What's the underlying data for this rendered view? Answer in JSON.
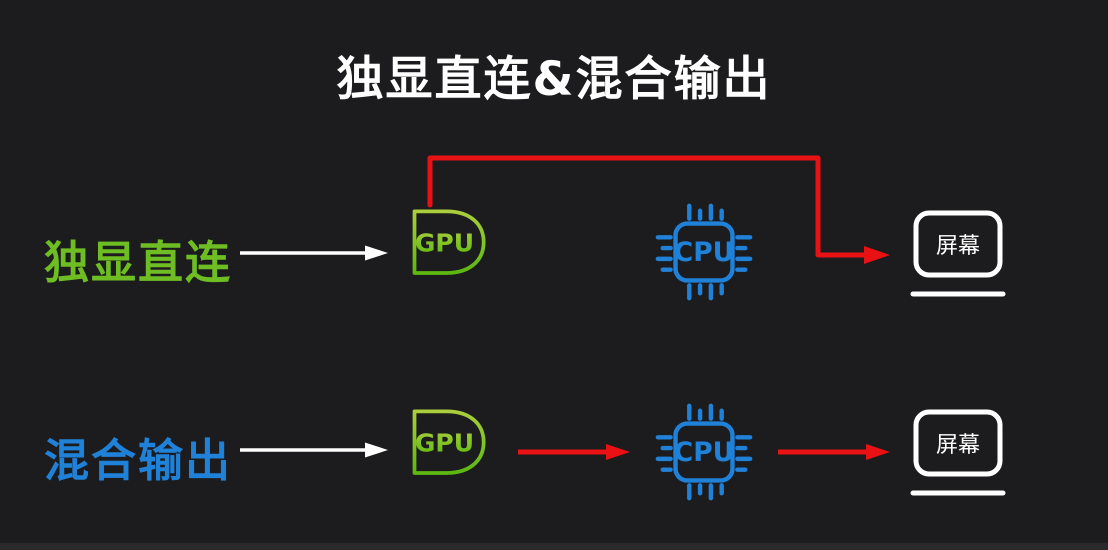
{
  "title": "独显直连&混合输出",
  "colors": {
    "background": "#1c1c1e",
    "direct_green": "#6ebd23",
    "gpu_green_top": "#aace3c",
    "gpu_green_bottom": "#5cb810",
    "hybrid_blue": "#2081d9",
    "signal_red": "#e81113",
    "white": "#ffffff"
  },
  "rows": [
    {
      "id": "direct",
      "label": "独显直连"
    },
    {
      "id": "hybrid",
      "label": "混合输出"
    }
  ],
  "icons": {
    "gpu": "GPU",
    "cpu": "CPU",
    "screen": "屏幕"
  }
}
